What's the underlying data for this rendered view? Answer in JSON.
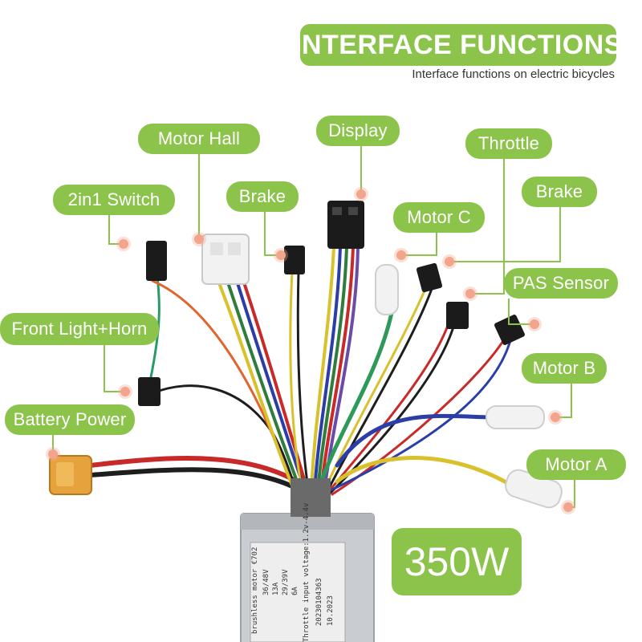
{
  "header": {
    "title": "INTERFACE FUNCTIONS",
    "subtitle": "Interface functions on electric bicycles"
  },
  "labels": {
    "motor_hall": "Motor Hall",
    "display": "Display",
    "throttle": "Throttle",
    "switch_2in1": "2in1 Switch",
    "brake_left": "Brake",
    "brake_right": "Brake",
    "motor_c": "Motor C",
    "pas_sensor": "PAS Sensor",
    "front_light_horn": "Front Light+Horn",
    "motor_b": "Motor B",
    "battery_power": "Battery Power",
    "motor_a": "Motor A"
  },
  "badge": {
    "power": "350W"
  },
  "controller": {
    "line1": "brushless motor €702",
    "line2": "36/48V",
    "line3": "13A",
    "line4": "29/39V",
    "line5": "6A",
    "line6": "Throttle input voltage:1.2v-4.4v",
    "line7": "20230104363",
    "line8": "10.2023"
  },
  "colors": {
    "accent": "#8cc34b",
    "leader": "#8cc34b",
    "dot": "#f2a58c"
  }
}
